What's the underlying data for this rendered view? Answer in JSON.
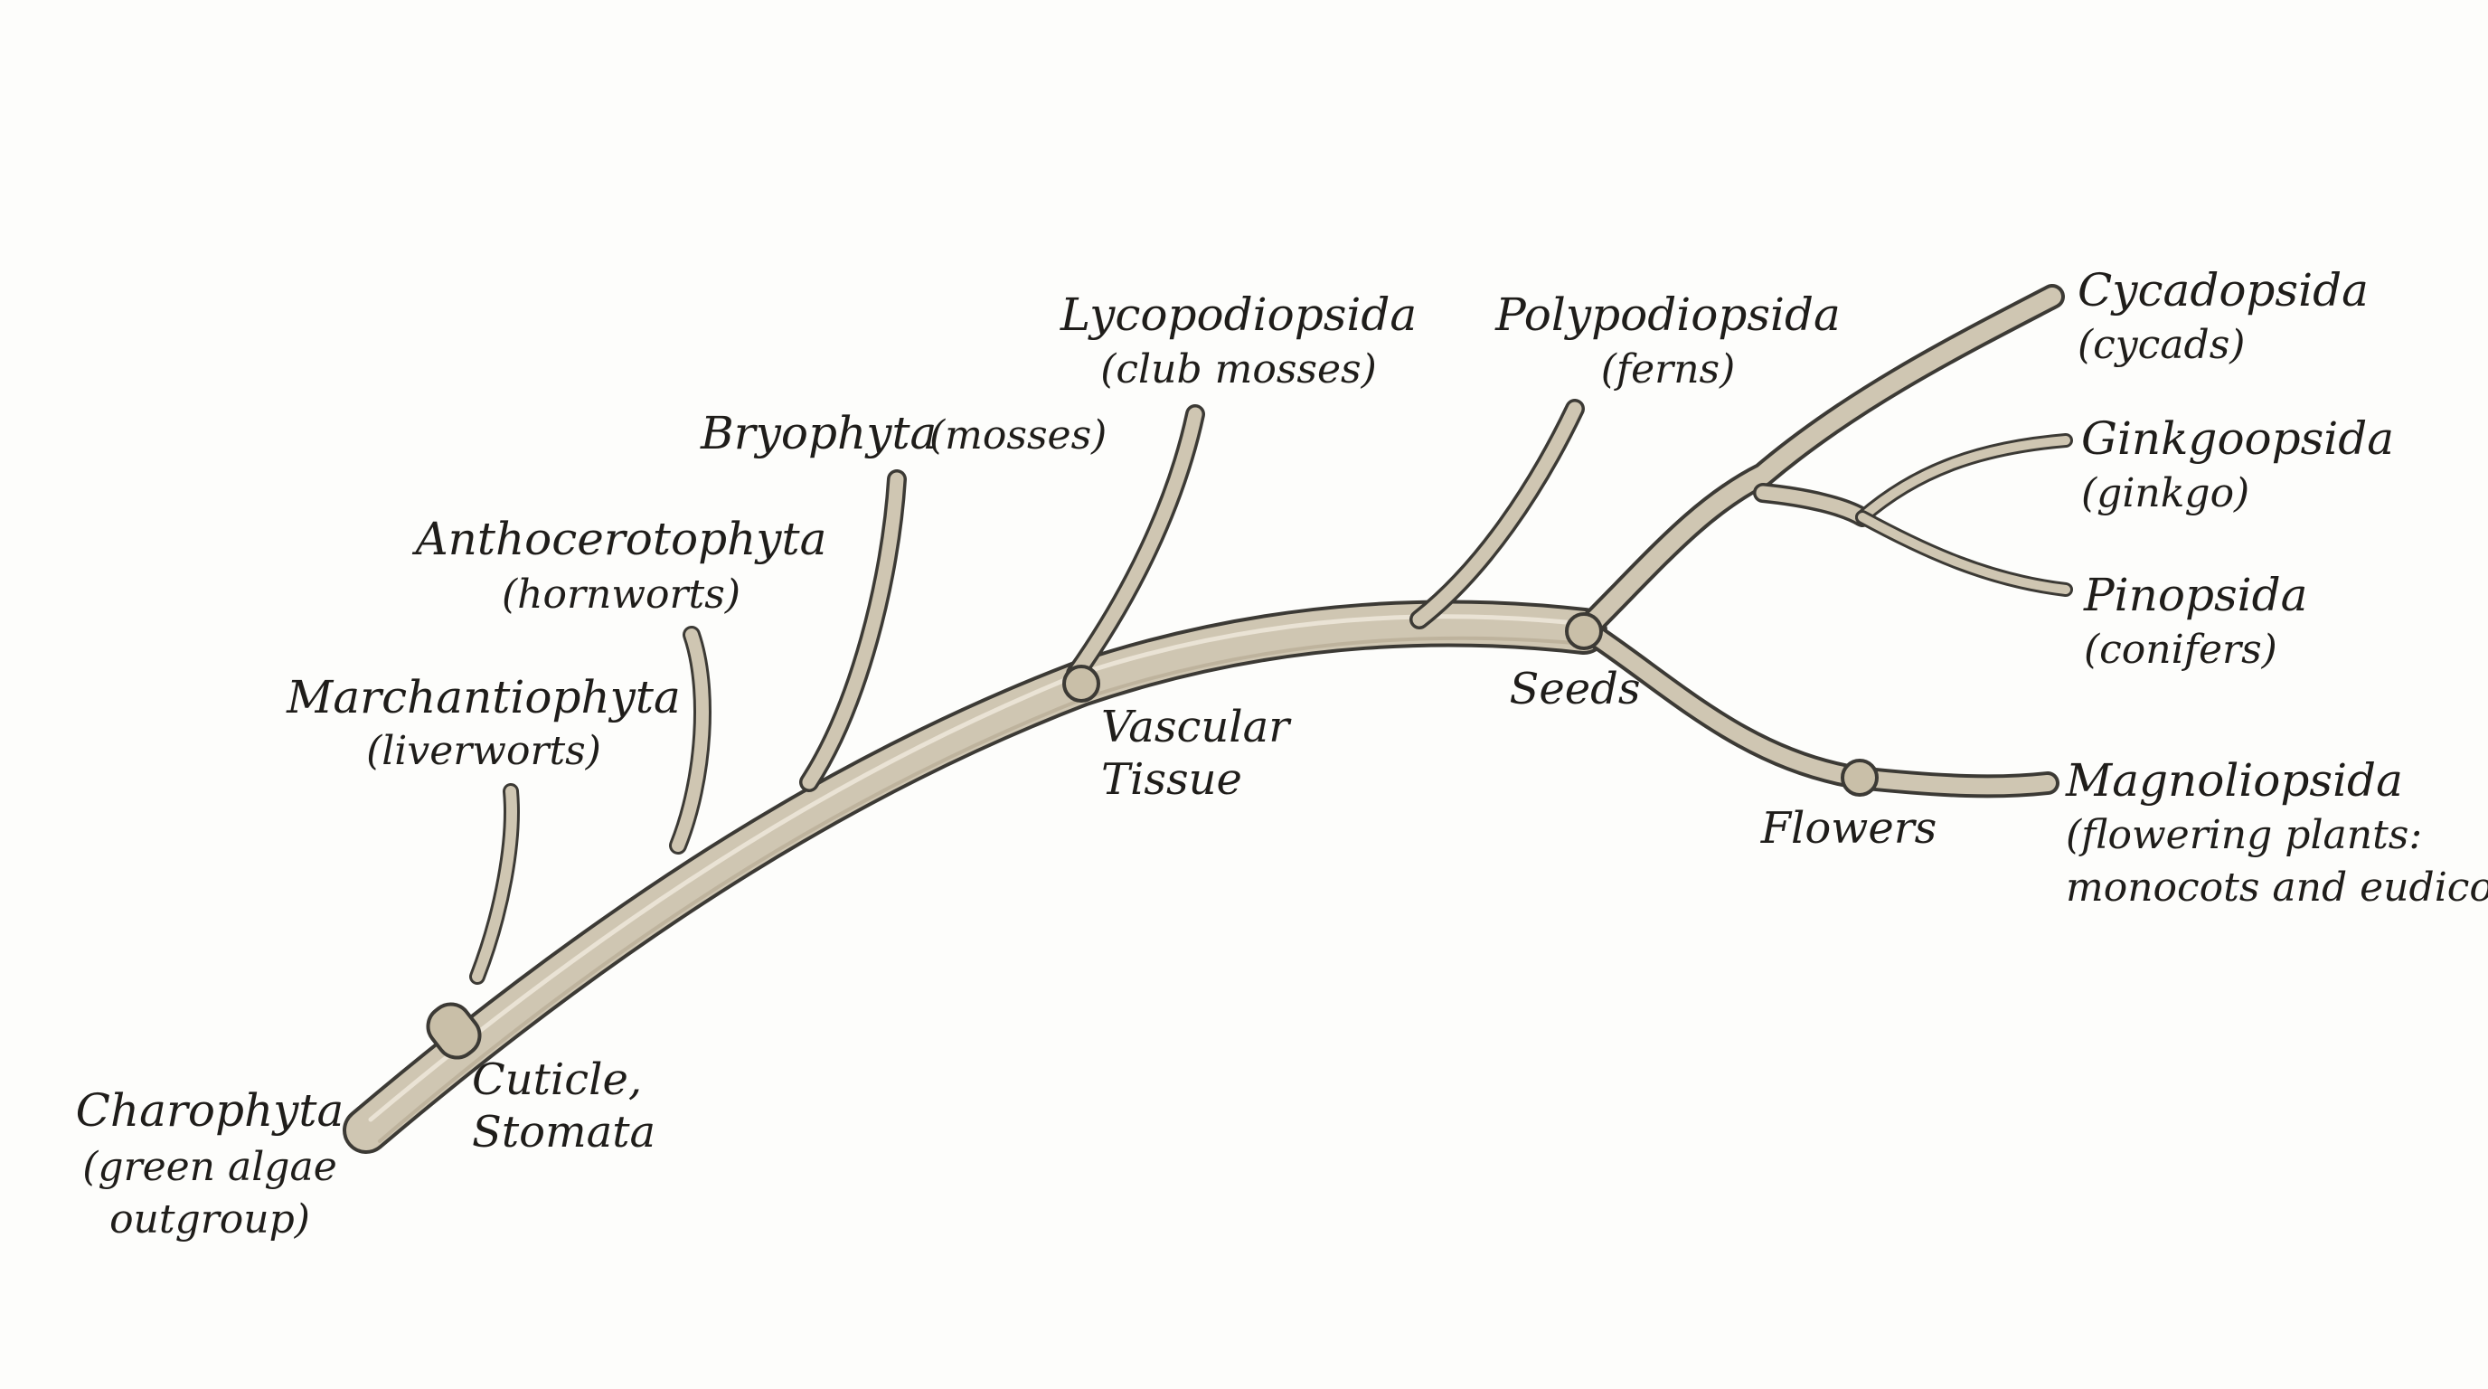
{
  "colors": {
    "background": "#fdfdfb",
    "branch": "#cfc6b2",
    "outline": "#3c3a35",
    "text": "#1f1d1a"
  },
  "taxa": {
    "charophyta": {
      "name": "Charophyta",
      "common_line1": "(green algae",
      "common_line2": "outgroup)"
    },
    "marchantiophyta": {
      "name": "Marchantiophyta",
      "common": "(liverworts)"
    },
    "anthocerotophyta": {
      "name": "Anthocerotophyta",
      "common": "(hornworts)"
    },
    "bryophyta": {
      "name": "Bryophyta",
      "common": "(mosses)"
    },
    "lycopodiopsida": {
      "name": "Lycopodiopsida",
      "common": "(club mosses)"
    },
    "polypodiopsida": {
      "name": "Polypodiopsida",
      "common": "(ferns)"
    },
    "cycadopsida": {
      "name": "Cycadopsida",
      "common": "(cycads)"
    },
    "ginkgoopsida": {
      "name": "Ginkgoopsida",
      "common": "(ginkgo)"
    },
    "pinopsida": {
      "name": "Pinopsida",
      "common": "(conifers)"
    },
    "magnoliopsida": {
      "name": "Magnoliopsida",
      "common_line1": "(flowering plants:",
      "common_line2": "monocots and eudicots)"
    }
  },
  "traits": {
    "cuticle_line1": "Cuticle,",
    "cuticle_line2": "Stomata",
    "vascular_line1": "Vascular",
    "vascular_line2": "Tissue",
    "seeds": "Seeds",
    "flowers": "Flowers"
  }
}
